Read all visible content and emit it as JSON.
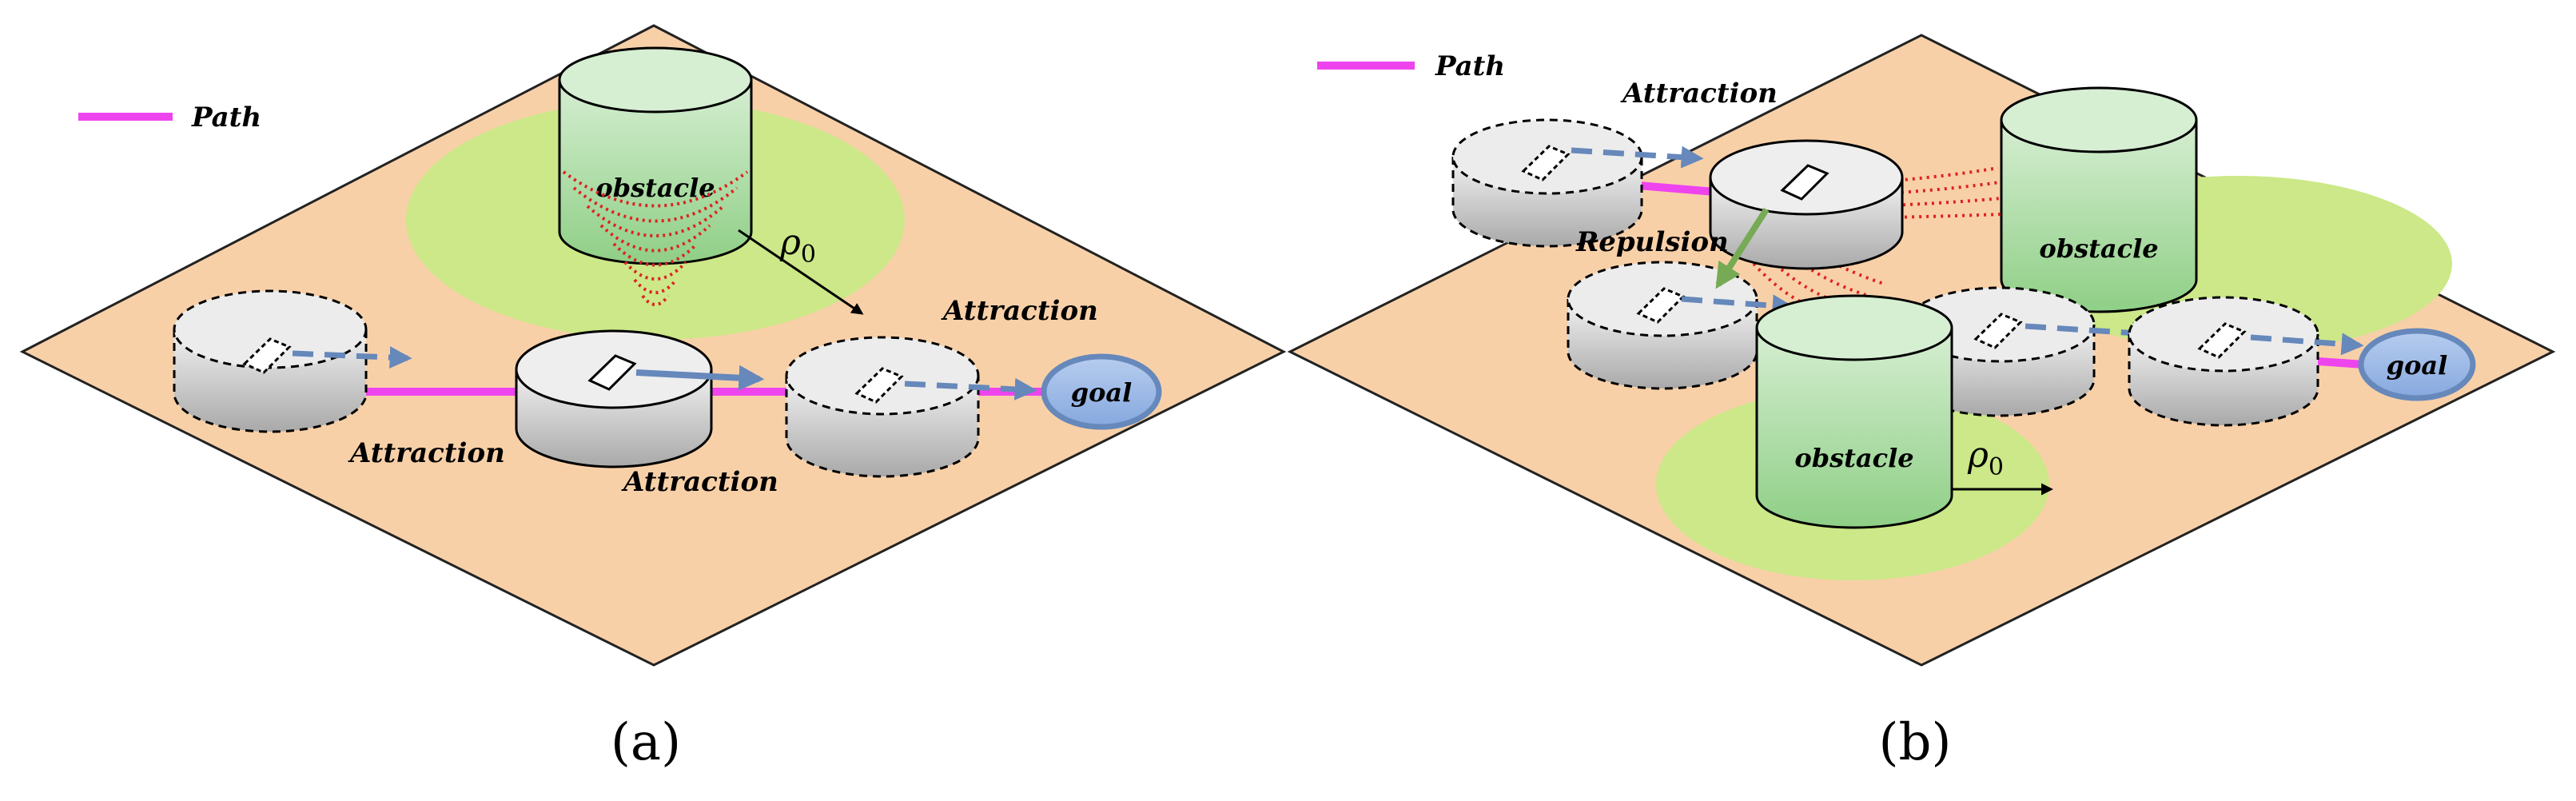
{
  "legend_label": "Path",
  "attraction_label": "Attraction",
  "repulsion_label": "Repulsion",
  "obstacle_label": "obstacle",
  "goal_label": "goal",
  "rho_symbol": "ρ",
  "rho_subscript": "0",
  "caption_a": "(a)",
  "caption_b": "(b)",
  "colors": {
    "path": "#ee44ee",
    "plane": "#f8d0a8",
    "influence_zone": "#cce888",
    "obstacle": "#a8d8a0",
    "robot": "#d8d8d8",
    "force_arrow": "#6688bb",
    "repulsion_arrow": "#77aa55",
    "field_lines": "#dd2222",
    "goal": "#88aadd"
  }
}
